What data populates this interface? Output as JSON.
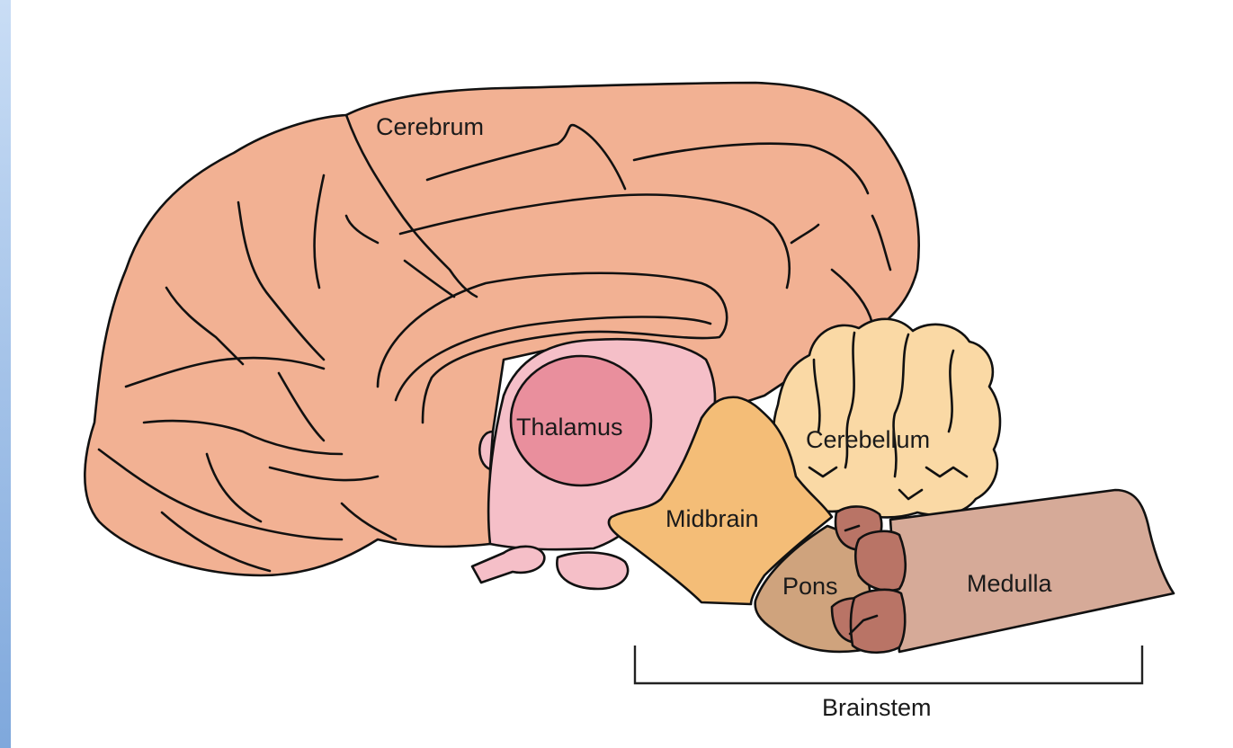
{
  "labels": {
    "cerebrum": "Cerebrum",
    "thalamus": "Thalamus",
    "cerebellum": "Cerebellum",
    "midbrain": "Midbrain",
    "pons": "Pons",
    "medulla": "Medulla",
    "brainstem": "Brainstem"
  },
  "colors": {
    "cerebrum": "#F2B193",
    "thalamus_region": "#F5BFC8",
    "thalamus": "#E98F9D",
    "cerebellum": "#FAD9A5",
    "midbrain": "#F4BD77",
    "pons": "#CFA37D",
    "medulla": "#D6AA98",
    "brainstem_knots": "#B97466",
    "left_bar": "#8FB8E8"
  }
}
